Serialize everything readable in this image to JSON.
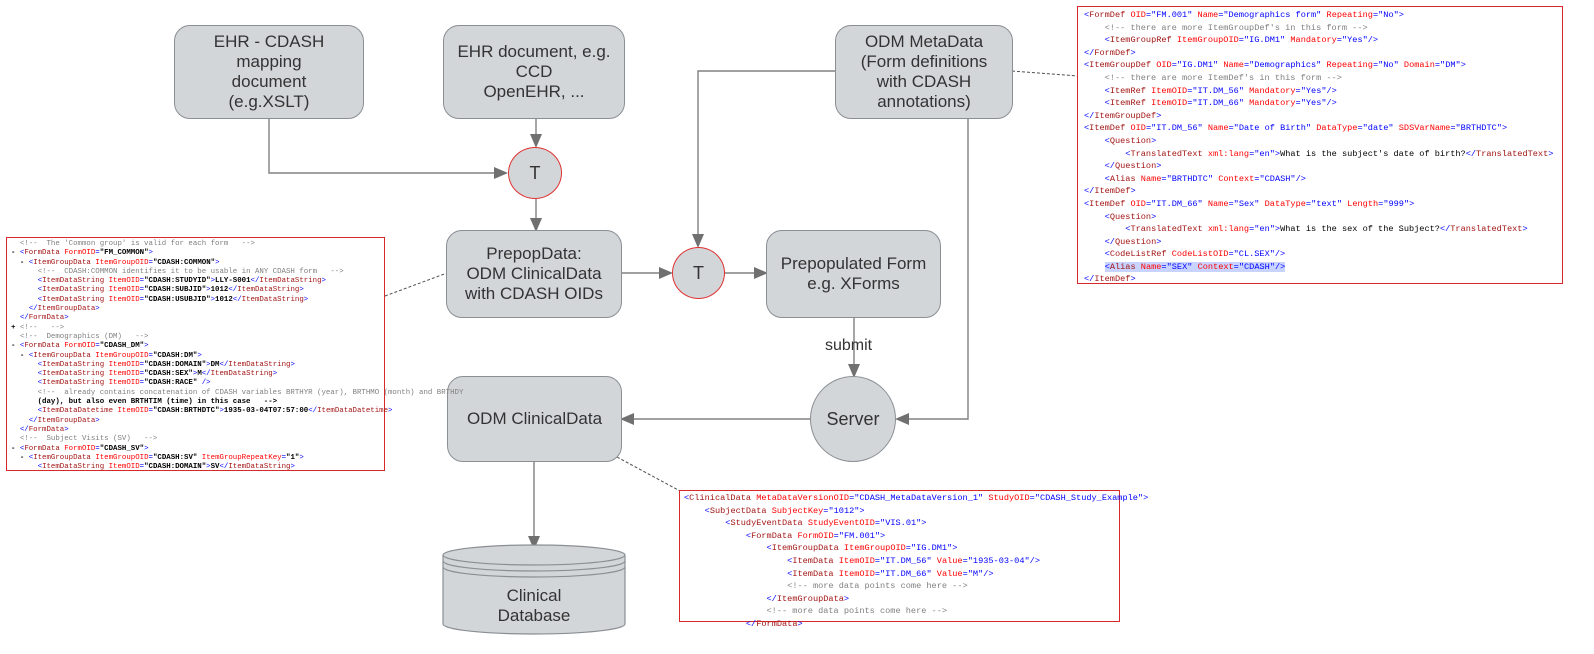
{
  "nodes": {
    "mapping": "EHR - CDASH\nmapping\ndocument\n(e.g.XSLT)",
    "ehr_doc": "EHR document, e.g.\nCCD\nOpenEHR, ...",
    "odm_meta": "ODM MetaData\n(Form definitions\nwith CDASH\nannotations)",
    "t1": "T",
    "t2": "T",
    "prepop": "PrepopData:\nODM ClinicalData\nwith CDASH OIDs",
    "prepop_form": "Prepopulated Form\ne.g. XForms",
    "clinical": "ODM ClinicalData",
    "server": "Server",
    "database": "Clinical\nDatabase"
  },
  "edge_labels": {
    "submit": "submit"
  },
  "code_right": [
    [
      "<FormDef OID=\"FM.001\" Name=\"Demographics form\" Repeating=\"No\">"
    ],
    [
      "    <!-- there are more ItemGroupDef's in this form -->"
    ],
    [
      "    <ItemGroupRef ItemGroupOID=\"IG.DM1\" Mandatory=\"Yes\"/>"
    ],
    [
      "</FormDef>"
    ],
    [
      "<ItemGroupDef OID=\"IG.DM1\" Name=\"Demographics\" Repeating=\"No\" Domain=\"DM\">"
    ],
    [
      "    <!-- there are more ItemDef's in this form -->"
    ],
    [
      "    <ItemRef ItemOID=\"IT.DM_56\" Mandatory=\"Yes\"/>"
    ],
    [
      "    <ItemRef ItemOID=\"IT.DM_66\" Mandatory=\"Yes\"/>"
    ],
    [
      "</ItemGroupDef>"
    ],
    [
      "<ItemDef OID=\"IT.DM_56\" Name=\"Date of Birth\" DataType=\"date\" SDSVarName=\"BRTHDTC\">"
    ],
    [
      "    <Question>"
    ],
    [
      "        <TranslatedText xml:lang=\"en\">What is the subject's date of birth?</TranslatedText>"
    ],
    [
      "    </Question>"
    ],
    [
      "    <Alias Name=\"BRTHDTC\" Context=\"CDASH\"/>"
    ],
    [
      "</ItemDef>"
    ],
    [
      "<ItemDef OID=\"IT.DM_66\" Name=\"Sex\" DataType=\"text\" Length=\"999\">"
    ],
    [
      "    <Question>"
    ],
    [
      "        <TranslatedText xml:lang=\"en\">What is the sex of the Subject?</TranslatedText>"
    ],
    [
      "    </Question>"
    ],
    [
      "    <CodeListRef CodeListOID=\"CL.SEX\"/>"
    ],
    [
      "    <Alias Name=\"SEX\" Context=\"CDASH\"/>"
    ],
    [
      "</ItemDef>"
    ]
  ],
  "code_left": [
    "  <!--  The 'Common group' is valid for each form   -->",
    "- <FormData FormOID=\"FM_COMMON\">",
    "  - <ItemGroupData ItemGroupOID=\"CDASH:COMMON\">",
    "      <!--  CDASH:COMMON identifies it to be usable in ANY CDASH form   -->",
    "      <ItemDataString ItemOID=\"CDASH:STUDYID\">LLY-S001</ItemDataString>",
    "      <ItemDataString ItemOID=\"CDASH:SUBJID\">1012</ItemDataString>",
    "      <ItemDataString ItemOID=\"CDASH:USUBJID\">1012</ItemDataString>",
    "    </ItemGroupData>",
    "  </FormData>",
    "+ <!--   -->",
    "  <!--  Demographics (DM)   -->",
    "- <FormData FormOID=\"CDASH_DM\">",
    "  - <ItemGroupData ItemGroupOID=\"CDASH:DM\">",
    "      <ItemDataString ItemOID=\"CDASH:DOMAIN\">DM</ItemDataString>",
    "      <ItemDataString ItemOID=\"CDASH:SEX\">M</ItemDataString>",
    "      <ItemDataString ItemOID=\"CDASH:RACE\" />",
    "      <!--  already contains concatenation of CDASH variables BRTHYR (year), BRTHMO (month) and BRTHDY",
    "      (day), but also even BRTHTIM (time) in this case   -->",
    "      <ItemDataDatetime ItemOID=\"CDASH:BRTHDTC\">1935-03-04T07:57:00</ItemDataDatetime>",
    "    </ItemGroupData>",
    "  </FormData>",
    "  <!--  Subject Visits (SV)   -->",
    "- <FormData FormOID=\"CDASH_SV\">",
    "  - <ItemGroupData ItemGroupOID=\"CDASH:SV\" ItemGroupRepeatKey=\"1\">",
    "      <ItemDataString ItemOID=\"CDASH:DOMAIN\">SV</ItemDataString>"
  ],
  "code_bottom": [
    "<ClinicalData MetaDataVersionOID=\"CDASH_MetaDataVersion_1\" StudyOID=\"CDASH_Study_Example\">",
    "    <SubjectData SubjectKey=\"1012\">",
    "        <StudyEventData StudyEventOID=\"VIS.01\">",
    "            <FormData FormOID=\"FM.001\">",
    "                <ItemGroupData ItemGroupOID=\"IG.DM1\">",
    "                    <ItemData ItemOID=\"IT.DM_56\" Value=\"1935-03-04\"/>",
    "                    <ItemData ItemOID=\"IT.DM_66\" Value=\"M\"/>",
    "                    <!-- more data points come here -->",
    "                </ItemGroupData>",
    "                <!-- more data points come here -->",
    "            </FormData>"
  ],
  "colors": {
    "node_fill": "#d3d6d9",
    "node_border": "#8a8f94",
    "code_border": "#d8282a",
    "t_border": "#e03030"
  }
}
